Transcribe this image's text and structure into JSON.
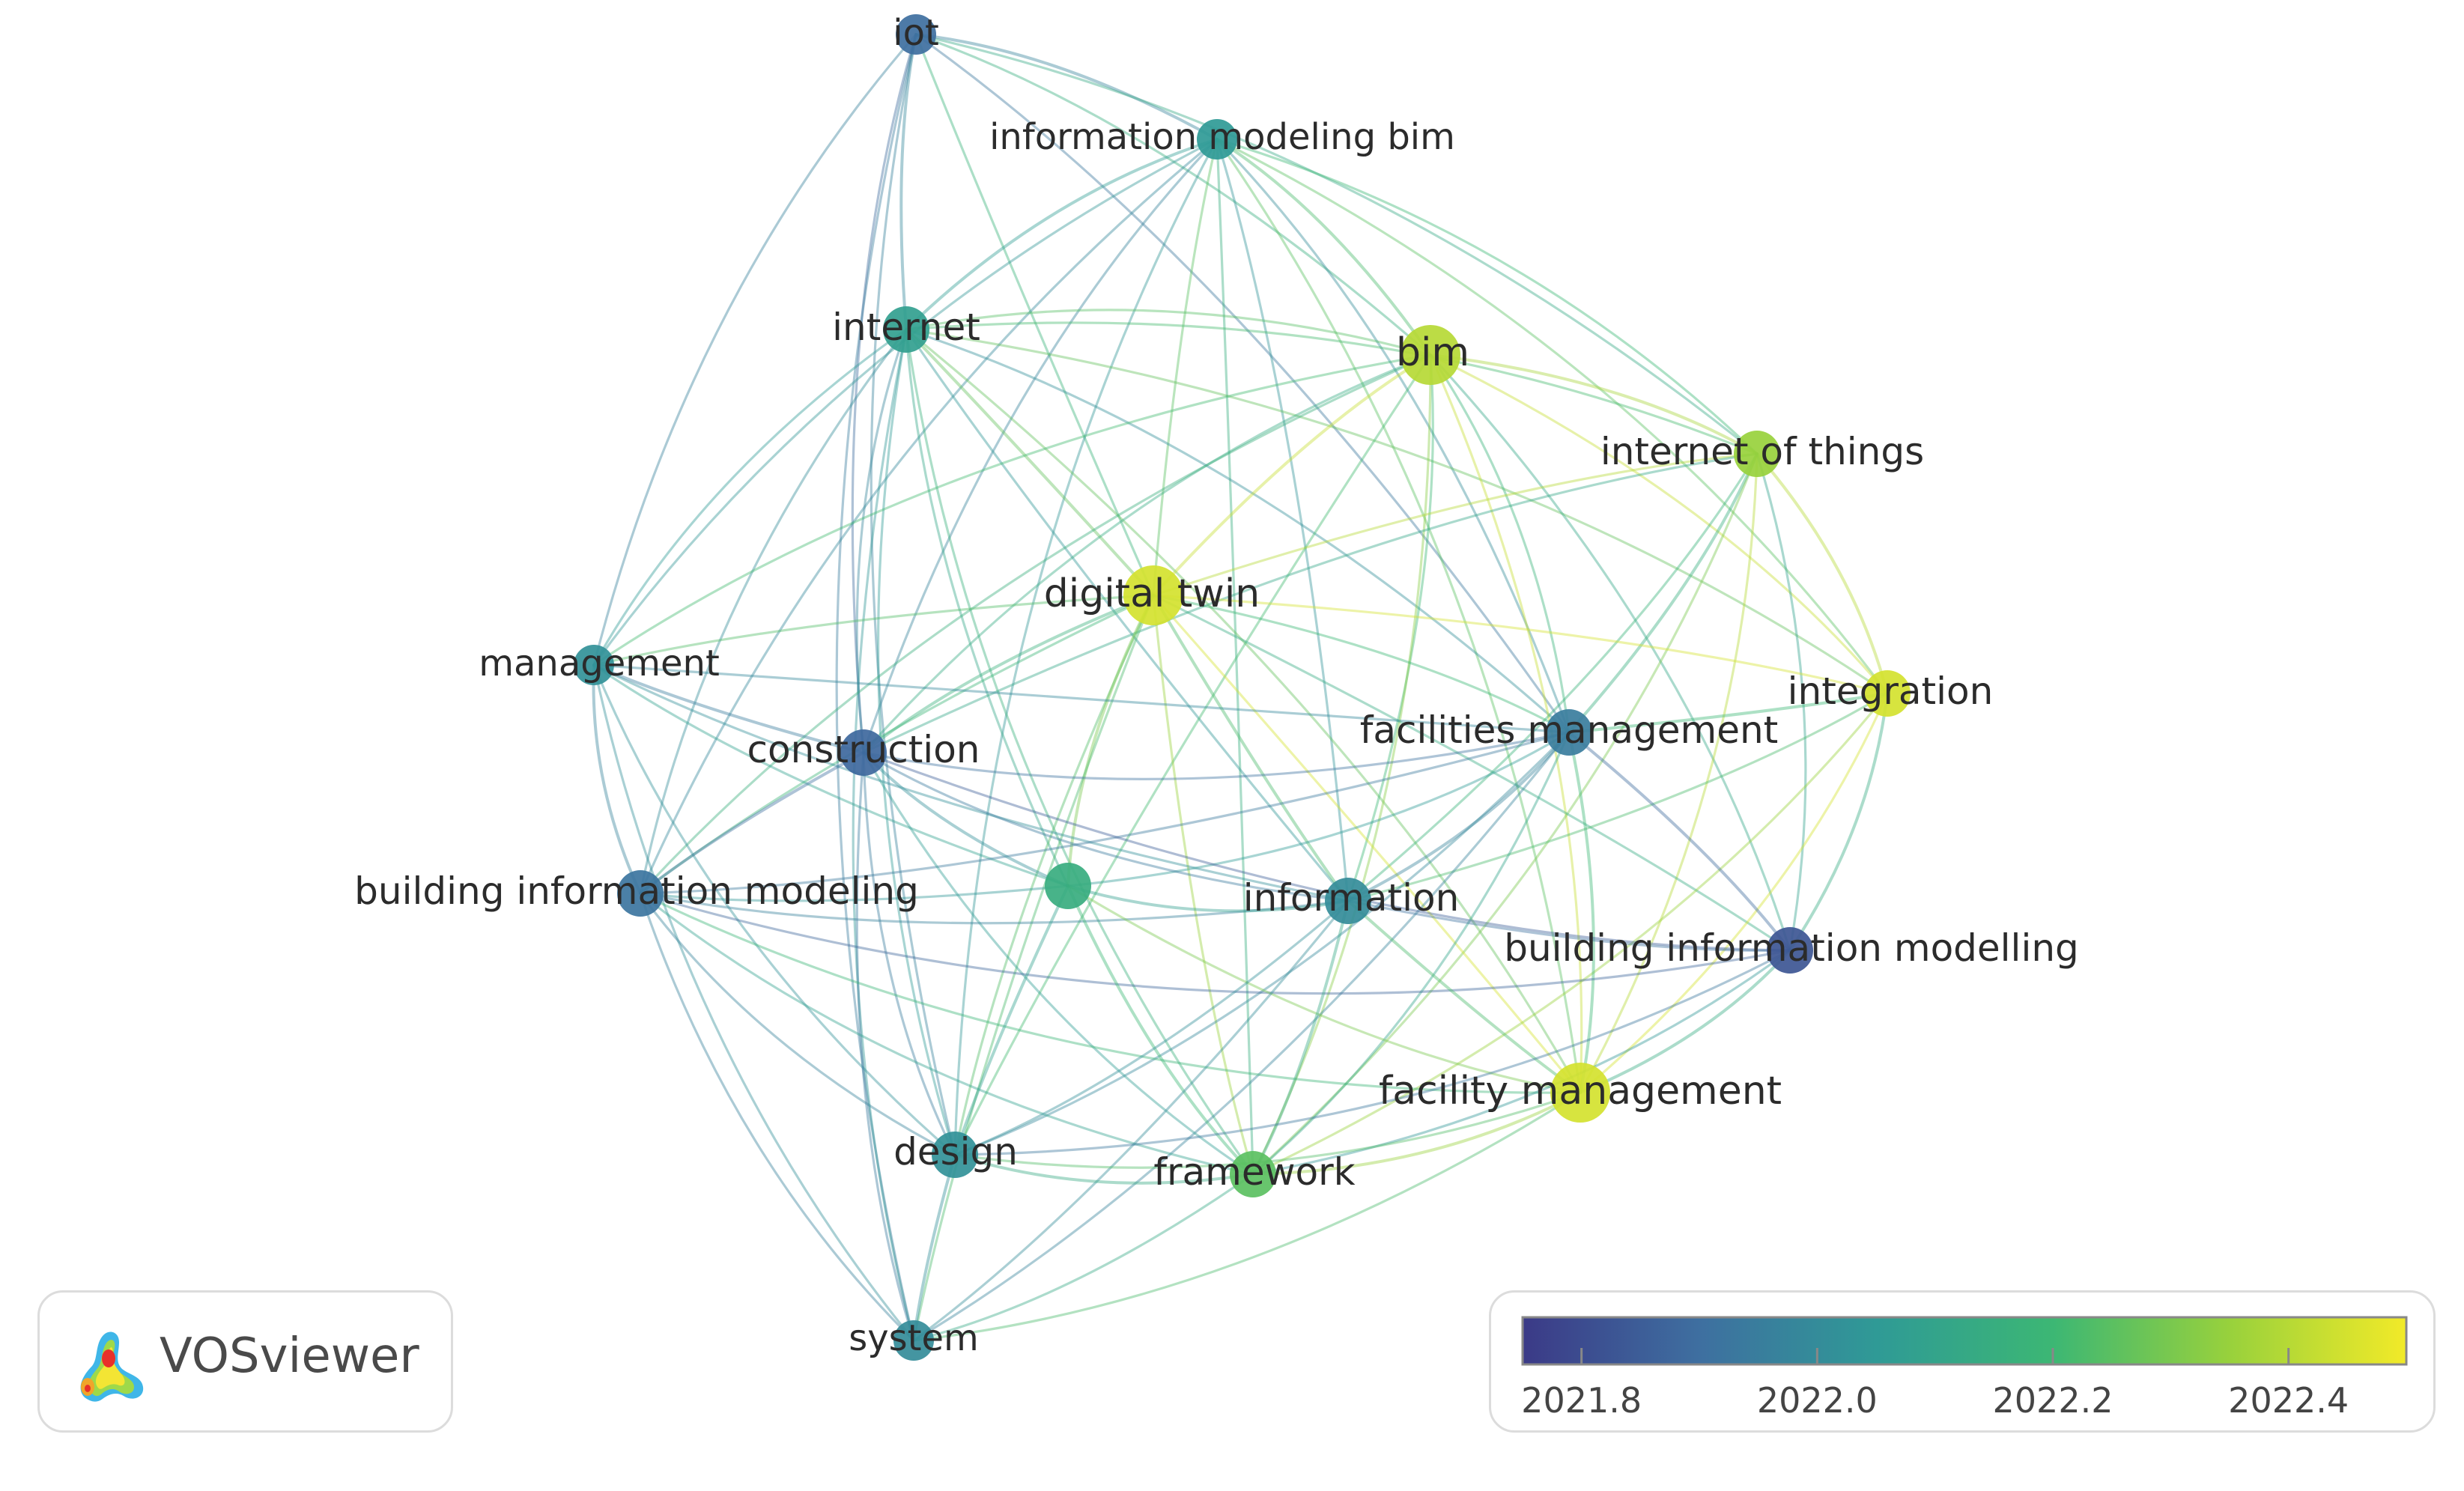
{
  "nodes": [
    {
      "id": "iot",
      "label": "iot",
      "score": 2021.9,
      "size": "small"
    },
    {
      "id": "information-modeling-bim",
      "label": "information modeling bim",
      "score": 2022.05,
      "size": "small"
    },
    {
      "id": "internet",
      "label": "internet",
      "score": 2022.08,
      "size": "medium"
    },
    {
      "id": "bim",
      "label": "bim",
      "score": 2022.4,
      "size": "large"
    },
    {
      "id": "internet-of-things",
      "label": "internet of things",
      "score": 2022.35,
      "size": "medium"
    },
    {
      "id": "digital-twin",
      "label": "digital twin",
      "score": 2022.45,
      "size": "large"
    },
    {
      "id": "management",
      "label": "management",
      "score": 2022.02,
      "size": "small"
    },
    {
      "id": "integration",
      "label": "integration",
      "score": 2022.45,
      "size": "medium"
    },
    {
      "id": "facilities-management",
      "label": "facilities management",
      "score": 2021.95,
      "size": "medium"
    },
    {
      "id": "construction",
      "label": "construction",
      "score": 2021.88,
      "size": "medium"
    },
    {
      "id": "building-information-modeling",
      "label": "building information modeling",
      "score": 2021.92,
      "size": "medium"
    },
    {
      "id": "unlabeled",
      "label": "",
      "score": 2022.15,
      "size": "medium"
    },
    {
      "id": "information",
      "label": "information",
      "score": 2022.0,
      "size": "medium"
    },
    {
      "id": "building-information-modelling",
      "label": "building information modelling",
      "score": 2021.83,
      "size": "medium"
    },
    {
      "id": "facility-management",
      "label": "facility management",
      "score": 2022.45,
      "size": "large"
    },
    {
      "id": "design",
      "label": "design",
      "score": 2022.02,
      "size": "medium"
    },
    {
      "id": "framework",
      "label": "framework",
      "score": 2022.25,
      "size": "medium"
    },
    {
      "id": "system",
      "label": "system",
      "score": 2022.0,
      "size": "small"
    }
  ],
  "edges": [
    [
      "iot",
      "information-modeling-bim"
    ],
    [
      "iot",
      "internet"
    ],
    [
      "iot",
      "bim"
    ],
    [
      "iot",
      "digital-twin"
    ],
    [
      "iot",
      "management"
    ],
    [
      "iot",
      "construction"
    ],
    [
      "iot",
      "facilities-management"
    ],
    [
      "iot",
      "design"
    ],
    [
      "iot",
      "internet-of-things"
    ],
    [
      "iot",
      "system"
    ],
    [
      "information-modeling-bim",
      "internet"
    ],
    [
      "information-modeling-bim",
      "bim"
    ],
    [
      "information-modeling-bim",
      "digital-twin"
    ],
    [
      "information-modeling-bim",
      "facilities-management"
    ],
    [
      "information-modeling-bim",
      "construction"
    ],
    [
      "information-modeling-bim",
      "management"
    ],
    [
      "information-modeling-bim",
      "information"
    ],
    [
      "information-modeling-bim",
      "building-information-modeling"
    ],
    [
      "information-modeling-bim",
      "design"
    ],
    [
      "information-modeling-bim",
      "framework"
    ],
    [
      "information-modeling-bim",
      "facility-management"
    ],
    [
      "information-modeling-bim",
      "internet-of-things"
    ],
    [
      "information-modeling-bim",
      "integration"
    ],
    [
      "internet",
      "bim"
    ],
    [
      "internet",
      "digital-twin"
    ],
    [
      "internet",
      "management"
    ],
    [
      "internet",
      "construction"
    ],
    [
      "internet",
      "building-information-modeling"
    ],
    [
      "internet",
      "facilities-management"
    ],
    [
      "internet",
      "information"
    ],
    [
      "internet",
      "design"
    ],
    [
      "internet",
      "framework"
    ],
    [
      "internet",
      "system"
    ],
    [
      "internet",
      "internet-of-things"
    ],
    [
      "internet",
      "integration"
    ],
    [
      "internet",
      "unlabeled"
    ],
    [
      "internet",
      "facility-management"
    ],
    [
      "bim",
      "digital-twin"
    ],
    [
      "bim",
      "internet-of-things"
    ],
    [
      "bim",
      "integration"
    ],
    [
      "bim",
      "facilities-management"
    ],
    [
      "bim",
      "facility-management"
    ],
    [
      "bim",
      "construction"
    ],
    [
      "bim",
      "information"
    ],
    [
      "bim",
      "framework"
    ],
    [
      "bim",
      "building-information-modelling"
    ],
    [
      "bim",
      "management"
    ],
    [
      "bim",
      "design"
    ],
    [
      "bim",
      "building-information-modeling"
    ],
    [
      "internet-of-things",
      "digital-twin"
    ],
    [
      "internet-of-things",
      "integration"
    ],
    [
      "internet-of-things",
      "facilities-management"
    ],
    [
      "internet-of-things",
      "facility-management"
    ],
    [
      "internet-of-things",
      "building-information-modelling"
    ],
    [
      "internet-of-things",
      "information"
    ],
    [
      "internet-of-things",
      "construction"
    ],
    [
      "internet-of-things",
      "framework"
    ],
    [
      "digital-twin",
      "management"
    ],
    [
      "digital-twin",
      "construction"
    ],
    [
      "digital-twin",
      "facilities-management"
    ],
    [
      "digital-twin",
      "integration"
    ],
    [
      "digital-twin",
      "information"
    ],
    [
      "digital-twin",
      "facility-management"
    ],
    [
      "digital-twin",
      "framework"
    ],
    [
      "digital-twin",
      "design"
    ],
    [
      "digital-twin",
      "building-information-modeling"
    ],
    [
      "digital-twin",
      "unlabeled"
    ],
    [
      "digital-twin",
      "building-information-modelling"
    ],
    [
      "digital-twin",
      "system"
    ],
    [
      "management",
      "construction"
    ],
    [
      "management",
      "building-information-modeling"
    ],
    [
      "management",
      "facilities-management"
    ],
    [
      "management",
      "design"
    ],
    [
      "management",
      "system"
    ],
    [
      "management",
      "information"
    ],
    [
      "management",
      "unlabeled"
    ],
    [
      "integration",
      "facilities-management"
    ],
    [
      "integration",
      "facility-management"
    ],
    [
      "integration",
      "building-information-modelling"
    ],
    [
      "integration",
      "information"
    ],
    [
      "integration",
      "framework"
    ],
    [
      "facilities-management",
      "construction"
    ],
    [
      "facilities-management",
      "building-information-modeling"
    ],
    [
      "facilities-management",
      "information"
    ],
    [
      "facilities-management",
      "building-information-modelling"
    ],
    [
      "facilities-management",
      "facility-management"
    ],
    [
      "facilities-management",
      "design"
    ],
    [
      "facilities-management",
      "framework"
    ],
    [
      "facilities-management",
      "unlabeled"
    ],
    [
      "facilities-management",
      "system"
    ],
    [
      "construction",
      "building-information-modeling"
    ],
    [
      "construction",
      "information"
    ],
    [
      "construction",
      "design"
    ],
    [
      "construction",
      "framework"
    ],
    [
      "construction",
      "system"
    ],
    [
      "construction",
      "unlabeled"
    ],
    [
      "construction",
      "building-information-modelling"
    ],
    [
      "building-information-modeling",
      "design"
    ],
    [
      "building-information-modeling",
      "system"
    ],
    [
      "building-information-modeling",
      "information"
    ],
    [
      "building-information-modeling",
      "framework"
    ],
    [
      "building-information-modeling",
      "unlabeled"
    ],
    [
      "building-information-modeling",
      "facility-management"
    ],
    [
      "building-information-modeling",
      "building-information-modelling"
    ],
    [
      "unlabeled",
      "framework"
    ],
    [
      "unlabeled",
      "design"
    ],
    [
      "unlabeled",
      "information"
    ],
    [
      "unlabeled",
      "facility-management"
    ],
    [
      "information",
      "facility-management"
    ],
    [
      "information",
      "framework"
    ],
    [
      "information",
      "design"
    ],
    [
      "information",
      "building-information-modelling"
    ],
    [
      "information",
      "system"
    ],
    [
      "building-information-modelling",
      "facility-management"
    ],
    [
      "building-information-modelling",
      "framework"
    ],
    [
      "building-information-modelling",
      "design"
    ],
    [
      "facility-management",
      "framework"
    ],
    [
      "facility-management",
      "design"
    ],
    [
      "facility-management",
      "system"
    ],
    [
      "design",
      "framework"
    ],
    [
      "design",
      "system"
    ],
    [
      "framework",
      "system"
    ]
  ],
  "legend": {
    "ticks": [
      "2021.8",
      "2022.0",
      "2022.2",
      "2022.4"
    ],
    "min": 2021.75,
    "max": 2022.5,
    "colors": [
      "#3b3a87",
      "#3e6fa0",
      "#2f9a96",
      "#3cb774",
      "#98d13c",
      "#f2ea28"
    ]
  },
  "brand": {
    "name": "VOSviewer"
  }
}
